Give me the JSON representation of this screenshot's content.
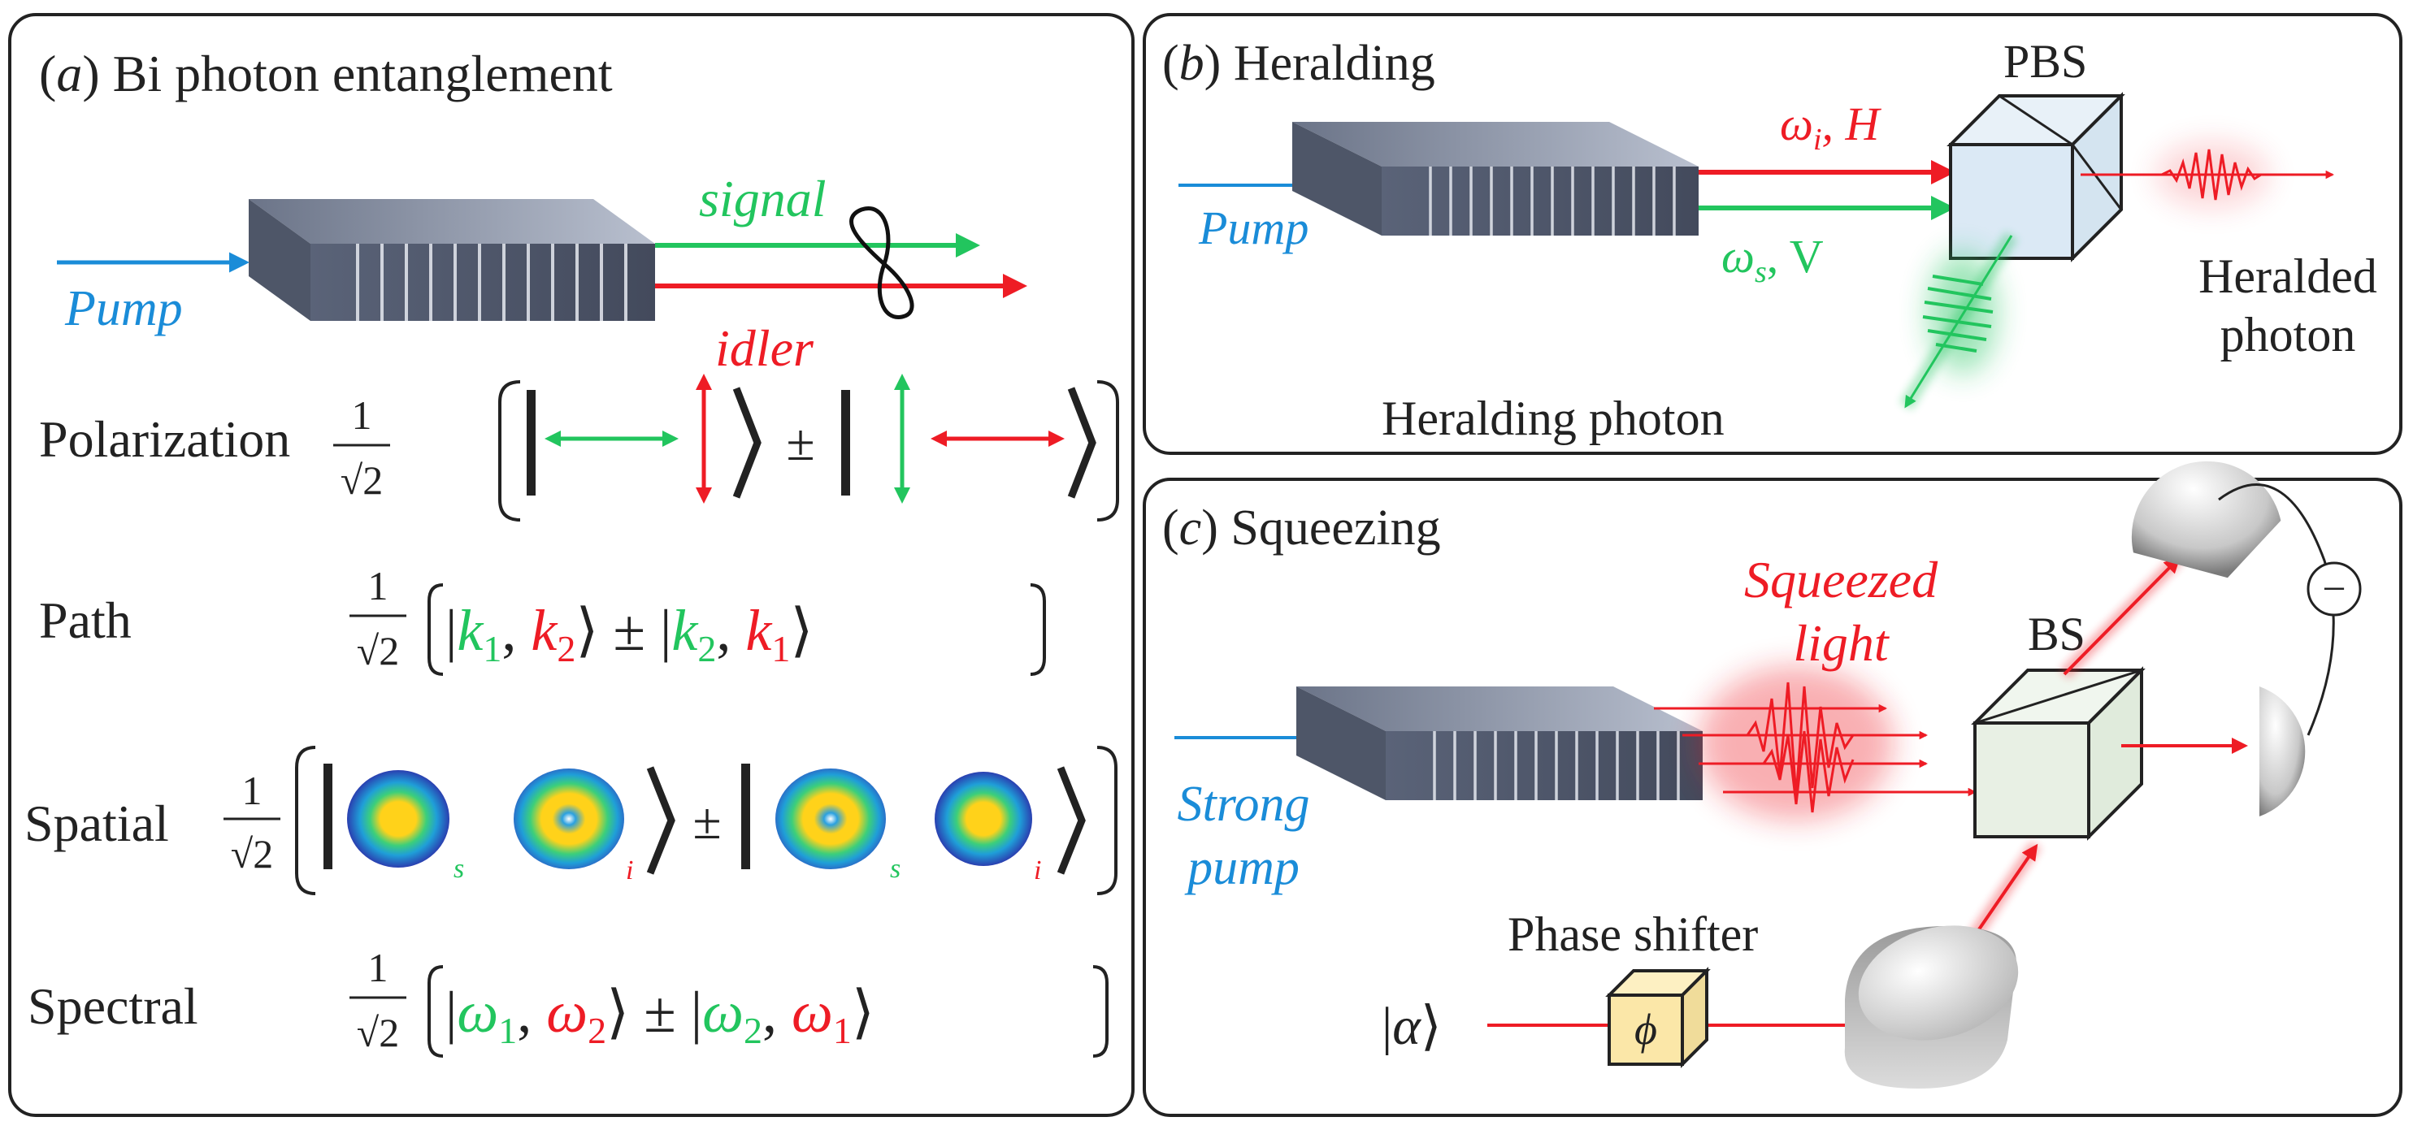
{
  "colors": {
    "pump": "#1a8cd8",
    "signal": "#22c55e",
    "idler": "#ee1c25",
    "text": "#222222",
    "frame": "#222222"
  },
  "panel_a": {
    "letter": "a",
    "title": "Bi photon entanglement",
    "pump": "Pump",
    "signal": "signal",
    "idler": "idler",
    "rows": {
      "polarization": "Polarization",
      "path": "Path",
      "spatial": "Spatial",
      "spectral": "Spectral"
    },
    "math": {
      "one": "1",
      "sqrt2": "√2",
      "pm": "±",
      "k": "k",
      "sub1": "1",
      "sub2": "2",
      "comma": ",",
      "omega": "ω",
      "s": "s",
      "i": "i"
    }
  },
  "panel_b": {
    "letter": "b",
    "title": "Heralding",
    "pump": "Pump",
    "idler_label": "ω",
    "idler_sub": "i",
    "idler_pol": "H",
    "signal_label": "ω",
    "signal_sub": "s",
    "signal_pol": "V",
    "pbs": "PBS",
    "heralded_line1": "Heralded",
    "heralded_line2": "photon",
    "heralding": "Heralding photon"
  },
  "panel_c": {
    "letter": "c",
    "title": "Squeezing",
    "pump_line1": "Strong",
    "pump_line2": "pump",
    "squeezed_line1": "Squeezed",
    "squeezed_line2": "light",
    "bs": "BS",
    "phase_shifter": "Phase shifter",
    "phi": "ϕ",
    "alpha": "α",
    "minus": "−"
  }
}
